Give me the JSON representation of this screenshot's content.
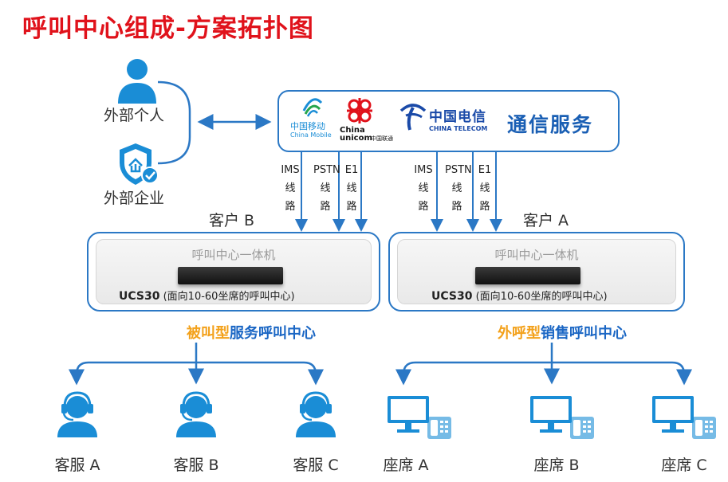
{
  "title": "呼叫中心组成-方案拓扑图",
  "external": {
    "person_label": "外部个人",
    "enterprise_label": "外部企业"
  },
  "carriers": {
    "mobile": {
      "name_cn": "中国移动",
      "name_en": "China Mobile"
    },
    "unicom": {
      "name_en_top": "China",
      "name_en_bottom": "unicom",
      "name_cn": "中国联通"
    },
    "telecom": {
      "name_cn": "中国电信",
      "name_en": "CHINA TELECOM"
    },
    "service_label": "通信服务"
  },
  "lines": {
    "left": [
      "IMS\n线\n路",
      "PSTN\n线\n路",
      "E1\n线\n路"
    ],
    "right": [
      "IMS\n线\n路",
      "PSTN\n线\n路",
      "E1\n线\n路"
    ]
  },
  "customers": [
    {
      "label": "客户 B",
      "box_title": "呼叫中心一体机",
      "model": "UCS30",
      "model_desc": "(面向10-60坐席的呼叫中心)",
      "type_highlight": "被叫型",
      "type_rest": "服务呼叫中心",
      "leaves": [
        "客服 A",
        "客服 B",
        "客服 C"
      ],
      "leaf_icon": "headset-agent-icon"
    },
    {
      "label": "客户 A",
      "box_title": "呼叫中心一体机",
      "model": "UCS30",
      "model_desc": "(面向10-60坐席的呼叫中心)",
      "type_highlight": "外呼型",
      "type_rest": "销售呼叫中心",
      "leaves": [
        "座席 A",
        "座席 B",
        "座席 C"
      ],
      "leaf_icon": "desktop-phone-icon"
    }
  ],
  "colors": {
    "title": "#e0121b",
    "accent_blue": "#2b78c5",
    "highlight_orange": "#f3a11b",
    "icon_blue": "#1a8dd6"
  }
}
